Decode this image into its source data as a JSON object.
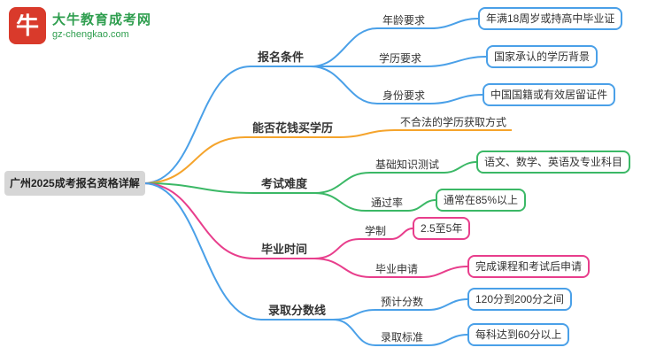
{
  "logo": {
    "icon_text": "牛",
    "site_name": "大牛教育成考网",
    "site_url": "gz-chengkao.com"
  },
  "root": {
    "title": "广州2025成考报名资格详解"
  },
  "colors": {
    "blue": "#4aa0e8",
    "orange": "#f5a42c",
    "green": "#3bb866",
    "pink": "#e83e8c",
    "root_bg": "#d6d6d6",
    "brand_red": "#d93a2b",
    "brand_green": "#2f9e4f"
  },
  "branches": [
    {
      "label": "报名条件",
      "children": [
        {
          "label": "年龄要求",
          "value": "年满18周岁或持高中毕业证"
        },
        {
          "label": "学历要求",
          "value": "国家承认的学历背景"
        },
        {
          "label": "身份要求",
          "value": "中国国籍或有效居留证件"
        }
      ]
    },
    {
      "label": "能否花钱买学历",
      "children": [
        {
          "value": "不合法的学历获取方式"
        }
      ]
    },
    {
      "label": "考试难度",
      "children": [
        {
          "label": "基础知识测试",
          "value": "语文、数学、英语及专业科目"
        },
        {
          "label": "通过率",
          "value": "通常在85%以上"
        }
      ]
    },
    {
      "label": "毕业时间",
      "children": [
        {
          "label": "学制",
          "value": "2.5至5年"
        },
        {
          "label": "毕业申请",
          "value": "完成课程和考试后申请"
        }
      ]
    },
    {
      "label": "录取分数线",
      "children": [
        {
          "label": "预计分数",
          "value": "120分到200分之间"
        },
        {
          "label": "录取标准",
          "value": "每科达到60分以上"
        }
      ]
    }
  ]
}
